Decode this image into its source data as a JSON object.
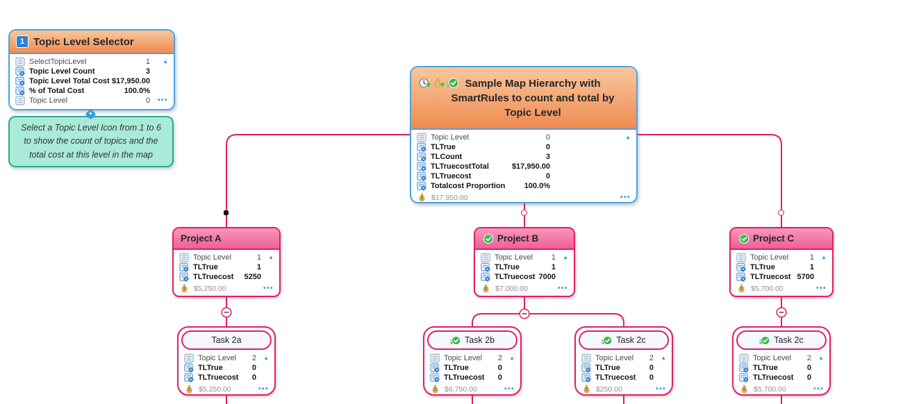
{
  "glyphs": {
    "collapse_arrow": "▲",
    "more": "•••",
    "minus": "–",
    "plus": "+"
  },
  "colors": {
    "connector": "#e11e63",
    "node_border_blue": "#4da3e0",
    "orange_header_top": "#f9c79c",
    "orange_header_bottom": "#ef8b51",
    "pink_header_top": "#f898bc",
    "pink_header_bottom": "#ee5f96",
    "callout_fill": "#a9ead9",
    "callout_border": "#2fa78c",
    "accent_blue": "#2f96e8",
    "green_check": "#3cb54a",
    "moneybag": "#ecc06a"
  },
  "selector": {
    "badge": "1",
    "title": "Topic Level Selector",
    "rows": [
      {
        "icon": "property-list-icon",
        "label": "SelectTopicLevel",
        "value": "1"
      },
      {
        "icon": "formula-icon",
        "label": "Topic Level Count",
        "value": "3"
      },
      {
        "icon": "formula-icon",
        "label": "Topic Level Total Cost",
        "value": "$17,950.00"
      },
      {
        "icon": "formula-icon",
        "label": "% of Total Cost",
        "value": "100.0%"
      },
      {
        "icon": "property-list-icon",
        "label": "Topic Level",
        "value": "0"
      }
    ]
  },
  "callout": {
    "text": "Select a Topic Level Icon from 1 to 6 to show the count of topics and the total cost at this level in the map"
  },
  "central": {
    "title": "Sample Map Hierarchy  with SmartRules to count and total by Topic Level",
    "header_icons": [
      "rollup-duration-icon",
      "rollup-cost-icon",
      "completed-check-icon"
    ],
    "rows": [
      {
        "icon": "property-list-icon",
        "label": "Topic Level",
        "value": "0"
      },
      {
        "icon": "formula-icon",
        "label": "TLTrue",
        "value": "0"
      },
      {
        "icon": "formula-icon",
        "label": "TLCount",
        "value": "3"
      },
      {
        "icon": "formula-icon",
        "label": "TLTruecostTotal",
        "value": "$17,950.00"
      },
      {
        "icon": "formula-icon",
        "label": "TLTruecost",
        "value": "0"
      },
      {
        "icon": "formula-icon",
        "label": "Totalcost Proportion",
        "value": "100.0%"
      }
    ],
    "cost": "$17,950.00"
  },
  "projects": [
    {
      "title": "Project A",
      "has_check": false,
      "rows": [
        {
          "icon": "property-list-icon",
          "label": "Topic Level",
          "value": "1"
        },
        {
          "icon": "formula-icon",
          "label": "TLTrue",
          "value": "1"
        },
        {
          "icon": "formula-icon",
          "label": "TLTruecost",
          "value": "5250"
        }
      ],
      "cost": "$5,250.00"
    },
    {
      "title": "Project B",
      "has_check": true,
      "rows": [
        {
          "icon": "property-list-icon",
          "label": "Topic Level",
          "value": "1"
        },
        {
          "icon": "formula-icon",
          "label": "TLTrue",
          "value": "1"
        },
        {
          "icon": "formula-icon",
          "label": "TLTruecost",
          "value": "7000"
        }
      ],
      "cost": "$7,000.00"
    },
    {
      "title": "Project C",
      "has_check": true,
      "rows": [
        {
          "icon": "property-list-icon",
          "label": "Topic Level",
          "value": "1"
        },
        {
          "icon": "formula-icon",
          "label": "TLTrue",
          "value": "1"
        },
        {
          "icon": "formula-icon",
          "label": "TLTruecost",
          "value": "5700"
        }
      ],
      "cost": "$5,700.00"
    }
  ],
  "tasks": [
    {
      "title": "Task 2a",
      "has_check": false,
      "rows": [
        {
          "icon": "property-list-icon",
          "label": "Topic Level",
          "value": "2"
        },
        {
          "icon": "formula-icon",
          "label": "TLTrue",
          "value": "0"
        },
        {
          "icon": "formula-icon",
          "label": "TLTruecost",
          "value": "0"
        }
      ],
      "cost": "$5,250.00"
    },
    {
      "title": "Task 2b",
      "has_check": true,
      "rows": [
        {
          "icon": "property-list-icon",
          "label": "Topic Level",
          "value": "2"
        },
        {
          "icon": "formula-icon",
          "label": "TLTrue",
          "value": "0"
        },
        {
          "icon": "formula-icon",
          "label": "TLTruecost",
          "value": "0"
        }
      ],
      "cost": "$6,750.00"
    },
    {
      "title": "Task 2c",
      "has_check": true,
      "rows": [
        {
          "icon": "property-list-icon",
          "label": "Topic Level",
          "value": "2"
        },
        {
          "icon": "formula-icon",
          "label": "TLTrue",
          "value": "0"
        },
        {
          "icon": "formula-icon",
          "label": "TLTruecost",
          "value": "0"
        }
      ],
      "cost": "$250.00"
    },
    {
      "title": "Task 2c",
      "has_check": true,
      "rows": [
        {
          "icon": "property-list-icon",
          "label": "Topic Level",
          "value": "2"
        },
        {
          "icon": "formula-icon",
          "label": "TLTrue",
          "value": "0"
        },
        {
          "icon": "formula-icon",
          "label": "TLTruecost",
          "value": "0"
        }
      ],
      "cost": "$5,700.00"
    }
  ]
}
